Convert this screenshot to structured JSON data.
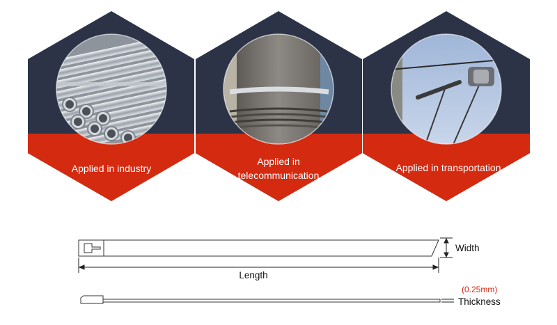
{
  "panels": [
    {
      "label_lines": [
        "Applied in industry"
      ],
      "photo_icon": "steel-pipes-photo"
    },
    {
      "label_lines": [
        "Applied in",
        "telecommunication"
      ],
      "photo_icon": "pole-cable-tie-photo"
    },
    {
      "label_lines": [
        "Applied in transportation"
      ],
      "photo_icon": "overhead-line-fitting-photo"
    }
  ],
  "diagram": {
    "width_label": "Width",
    "length_label": "Length",
    "thickness_value": "(0.25mm)",
    "thickness_label": "Thickness"
  },
  "colors": {
    "hex_dark": "#2c3347",
    "hex_red": "#d42a10",
    "label_text": "#ffffff",
    "thickness_value": "#d42a10"
  }
}
